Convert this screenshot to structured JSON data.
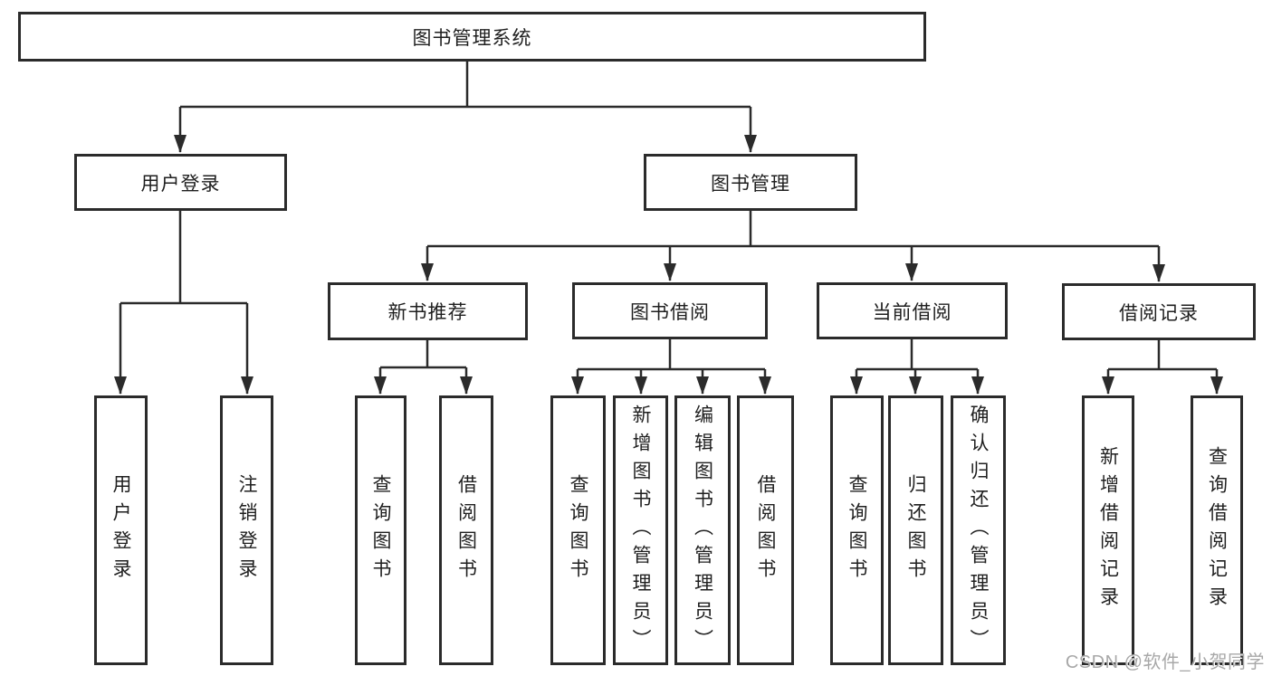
{
  "tree": {
    "root": {
      "label": "图书管理系统"
    },
    "branches": [
      {
        "label": "用户登录",
        "children": [
          {
            "label": "用户登录"
          },
          {
            "label": "注销登录"
          }
        ]
      },
      {
        "label": "图书管理",
        "children": [
          {
            "label": "新书推荐",
            "children": [
              {
                "label": "查询图书"
              },
              {
                "label": "借阅图书"
              }
            ]
          },
          {
            "label": "图书借阅",
            "children": [
              {
                "label": "查询图书"
              },
              {
                "label": "新增图书（管理员）"
              },
              {
                "label": "编辑图书（管理员）"
              },
              {
                "label": "借阅图书"
              }
            ]
          },
          {
            "label": "当前借阅",
            "children": [
              {
                "label": "查询图书"
              },
              {
                "label": "归还图书"
              },
              {
                "label": "确认归还（管理员）"
              }
            ]
          },
          {
            "label": "借阅记录",
            "children": [
              {
                "label": "新增借阅记录"
              },
              {
                "label": "查询借阅记录"
              }
            ]
          }
        ]
      }
    ]
  },
  "watermark": {
    "text": "CSDN @软件_小贺同学"
  },
  "colors": {
    "line": "#2b2b2b",
    "box_border": "#2b2b2b",
    "text": "#1f1f1f",
    "watermark": "#a8a8a8",
    "background": "#ffffff"
  }
}
